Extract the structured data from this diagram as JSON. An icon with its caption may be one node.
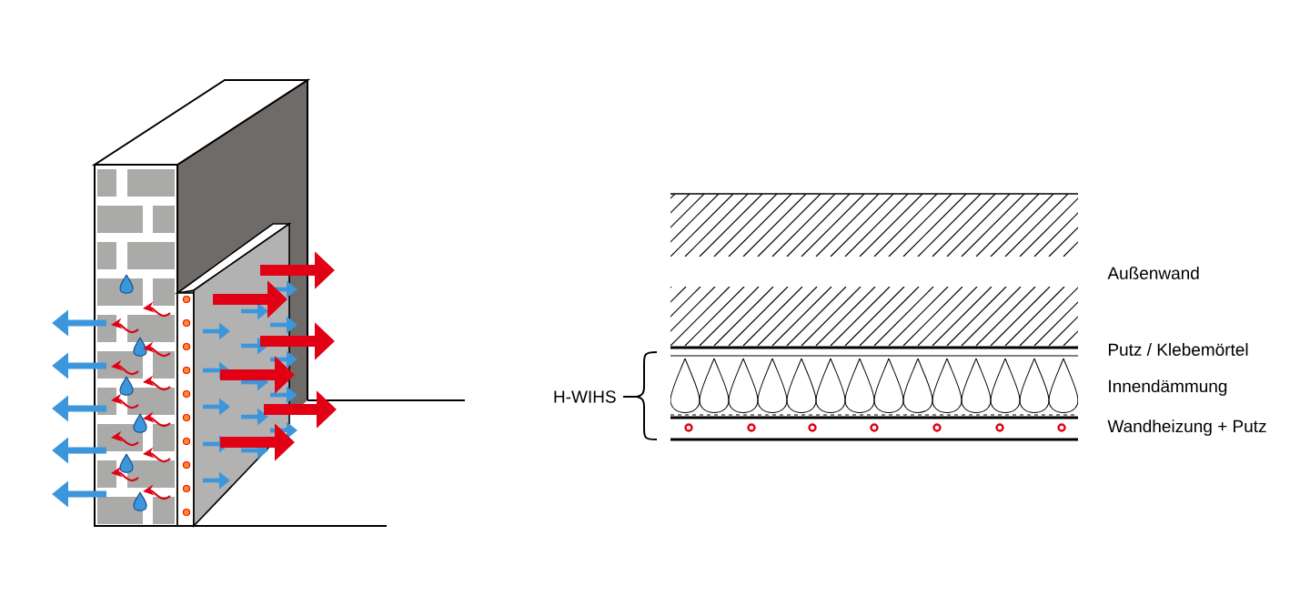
{
  "diagram": {
    "labels": [
      "Außenwand",
      "Putz / Klebemörtel",
      "H-WIHS",
      "Innendämmung",
      "Wandheizung + Putz"
    ]
  }
}
